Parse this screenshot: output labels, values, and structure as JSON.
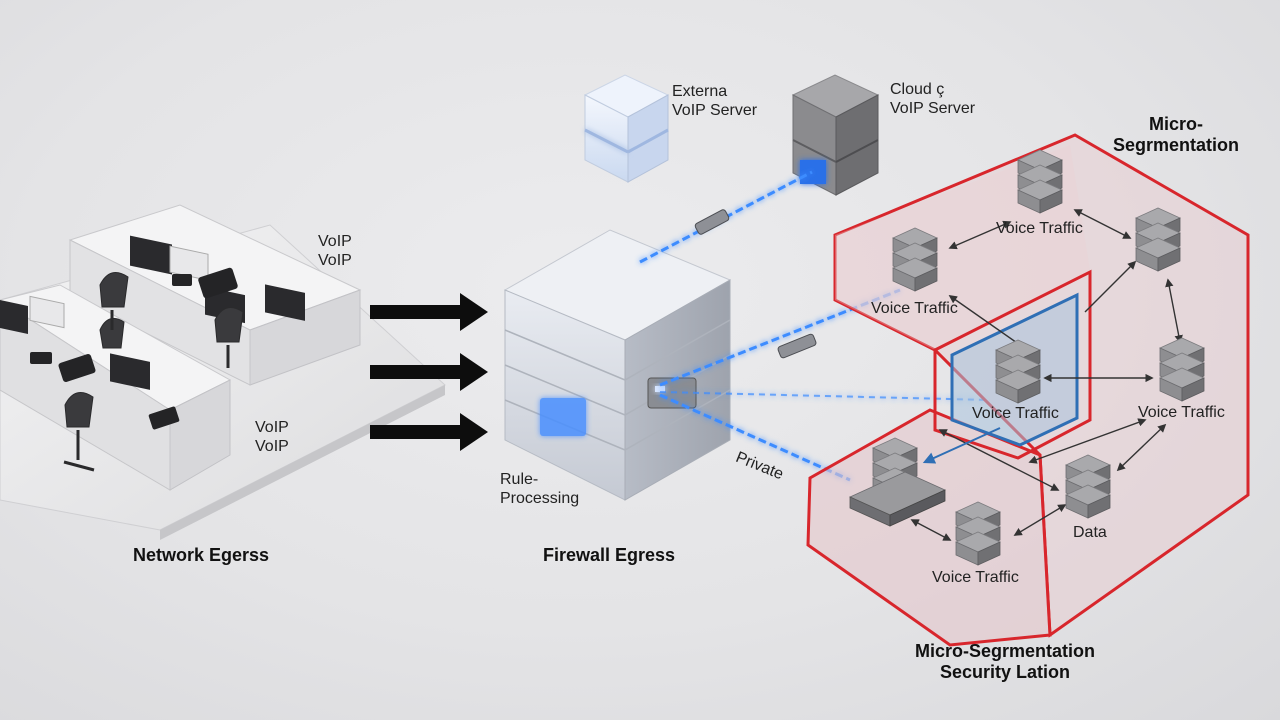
{
  "labels": {
    "external_server": "Externa\nVoIP Server",
    "cloud_server": "Cloud ç\nVoIP Server",
    "voip_top": "VoIP\nVoIP",
    "voip_bottom": "VoIP\nVoIP",
    "rule_processing": "Rule-\nProcessing",
    "private": "Private",
    "network_egress": "Network Egerss",
    "firewall_egress": "Firewall Egress",
    "micro_top": "Micro-\nSegrmentation",
    "voice_1": "Voice Traffic",
    "voice_2": "Voice Traffic",
    "voice_3": "Voice Traffic",
    "voice_4": "Voice Traffic",
    "voice_5": "Voice Traffic",
    "data": "Data",
    "micro_bottom": "Micro-Segrmentation\nSecurity Lation"
  },
  "colors": {
    "segment_red": "#d8262c",
    "segment_blue": "#2f6fb5",
    "link_blue": "#3c8cff",
    "arrow_black": "#0d0d0d",
    "server_gray": "#8b8b8d"
  }
}
